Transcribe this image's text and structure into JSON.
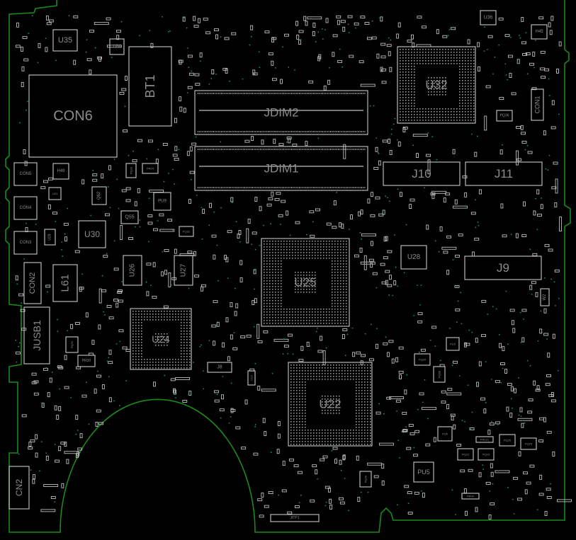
{
  "view": "pcb-board-layout",
  "colors": {
    "background": "#000000",
    "board_outline": "#1a8a1a",
    "silkscreen": "#c8c8c8",
    "label": "#8c8c8c",
    "via": "#1f8f6a"
  },
  "components": {
    "U35": "U35",
    "U84": "U84",
    "BT1": "BT1",
    "CON6": "CON6",
    "CON5": "CON5",
    "H49": "H49",
    "CON4": "CON4",
    "U31": "U31",
    "Q62": "Q62",
    "PU9": "PU9",
    "Q55": "Q55",
    "U30": "U30",
    "CON3": "CON3",
    "U29": "U29",
    "CON2": "CON2",
    "L61": "L61",
    "JUSB1": "JUSB1",
    "U26": "U26",
    "U27": "U27",
    "U24": "U24",
    "PQ31": "PQ31",
    "PR30": "PR30",
    "J8": "J8",
    "U23": "U23",
    "JDIM2": "JDIM2",
    "JDIM1": "JDIM1",
    "U25": "U25",
    "U22": "U22",
    "U32": "U32",
    "U36": "U36",
    "H45": "H45",
    "CON1": "CON1",
    "PQ36": "PQ36",
    "J10": "J10",
    "J11": "J11",
    "U28": "U28",
    "J9": "J9",
    "W2": "W2",
    "PU5": "PU5",
    "PU6": "PU6",
    "PU3": "PU3",
    "PQ29": "PQ29",
    "PQ68": "PQ68",
    "PQ22": "PQ22",
    "PQ23": "PQ23",
    "PQ25": "PQ25",
    "PQ24": "PQ24",
    "PR121": "PR121",
    "PR90": "PR90",
    "JITP1": "JITP1",
    "CN2": "CN2",
    "PQ32": "PQ32",
    "PR24": "PR24",
    "PQ33": "PQ33",
    "PQ30": "PQ30"
  }
}
